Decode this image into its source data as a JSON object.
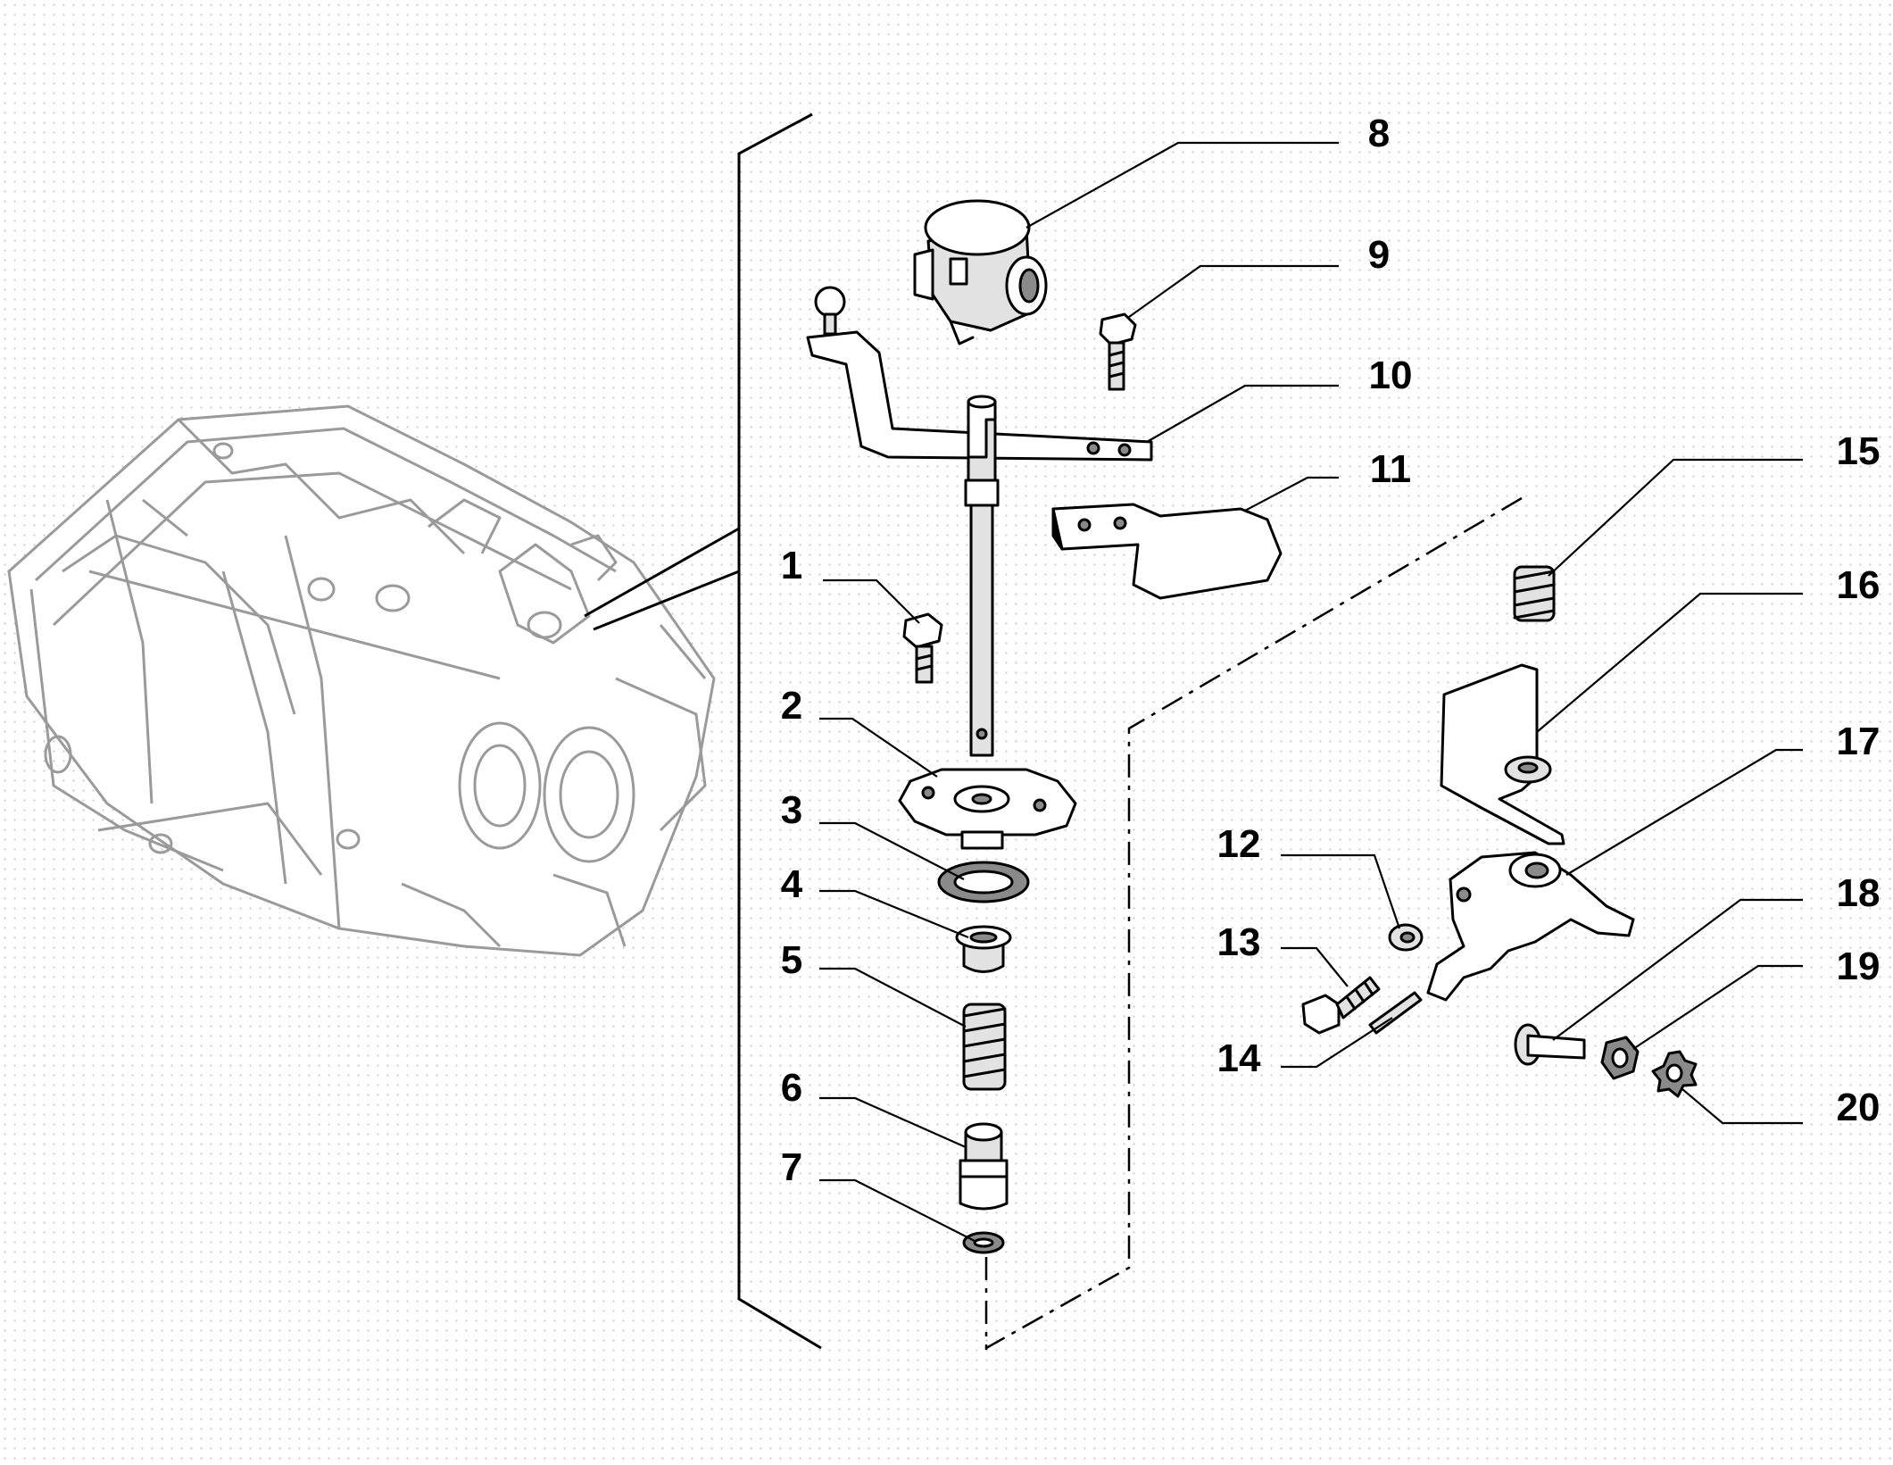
{
  "callouts": [
    {
      "number": "1"
    },
    {
      "number": "2"
    },
    {
      "number": "3"
    },
    {
      "number": "4"
    },
    {
      "number": "5"
    },
    {
      "number": "6"
    },
    {
      "number": "7"
    },
    {
      "number": "8"
    },
    {
      "number": "9"
    },
    {
      "number": "10"
    },
    {
      "number": "11"
    },
    {
      "number": "12"
    },
    {
      "number": "13"
    },
    {
      "number": "14"
    },
    {
      "number": "15"
    },
    {
      "number": "16"
    },
    {
      "number": "17"
    },
    {
      "number": "18"
    },
    {
      "number": "19"
    },
    {
      "number": "20"
    }
  ],
  "colors": {
    "ink": "#000000",
    "ghost_housing": "#9a9a9a",
    "background_dots": "#c9c9c9",
    "part_shade": "#e2e2e2"
  },
  "icons": [
    "gearbox-housing-ghost",
    "shift-selector-assembly",
    "exploded-parts"
  ]
}
